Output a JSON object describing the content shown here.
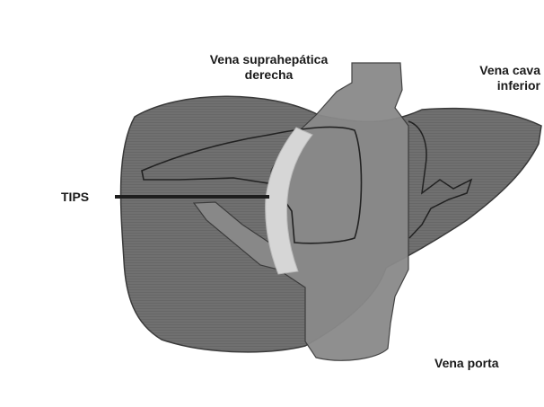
{
  "labels": {
    "hepatic_vein_line1": "Vena suprahepática",
    "hepatic_vein_line2": "derecha",
    "cava_line1": "Vena cava",
    "cava_line2": "inferior",
    "tips": "TIPS",
    "portal_vein": "Vena porta"
  },
  "colors": {
    "background": "#ffffff",
    "liver": "#6e6e6e",
    "vessel": "#8c8c8c",
    "stent": "#d2d2d2",
    "outline": "#2b2b2b",
    "text": "#1a1a1a"
  }
}
